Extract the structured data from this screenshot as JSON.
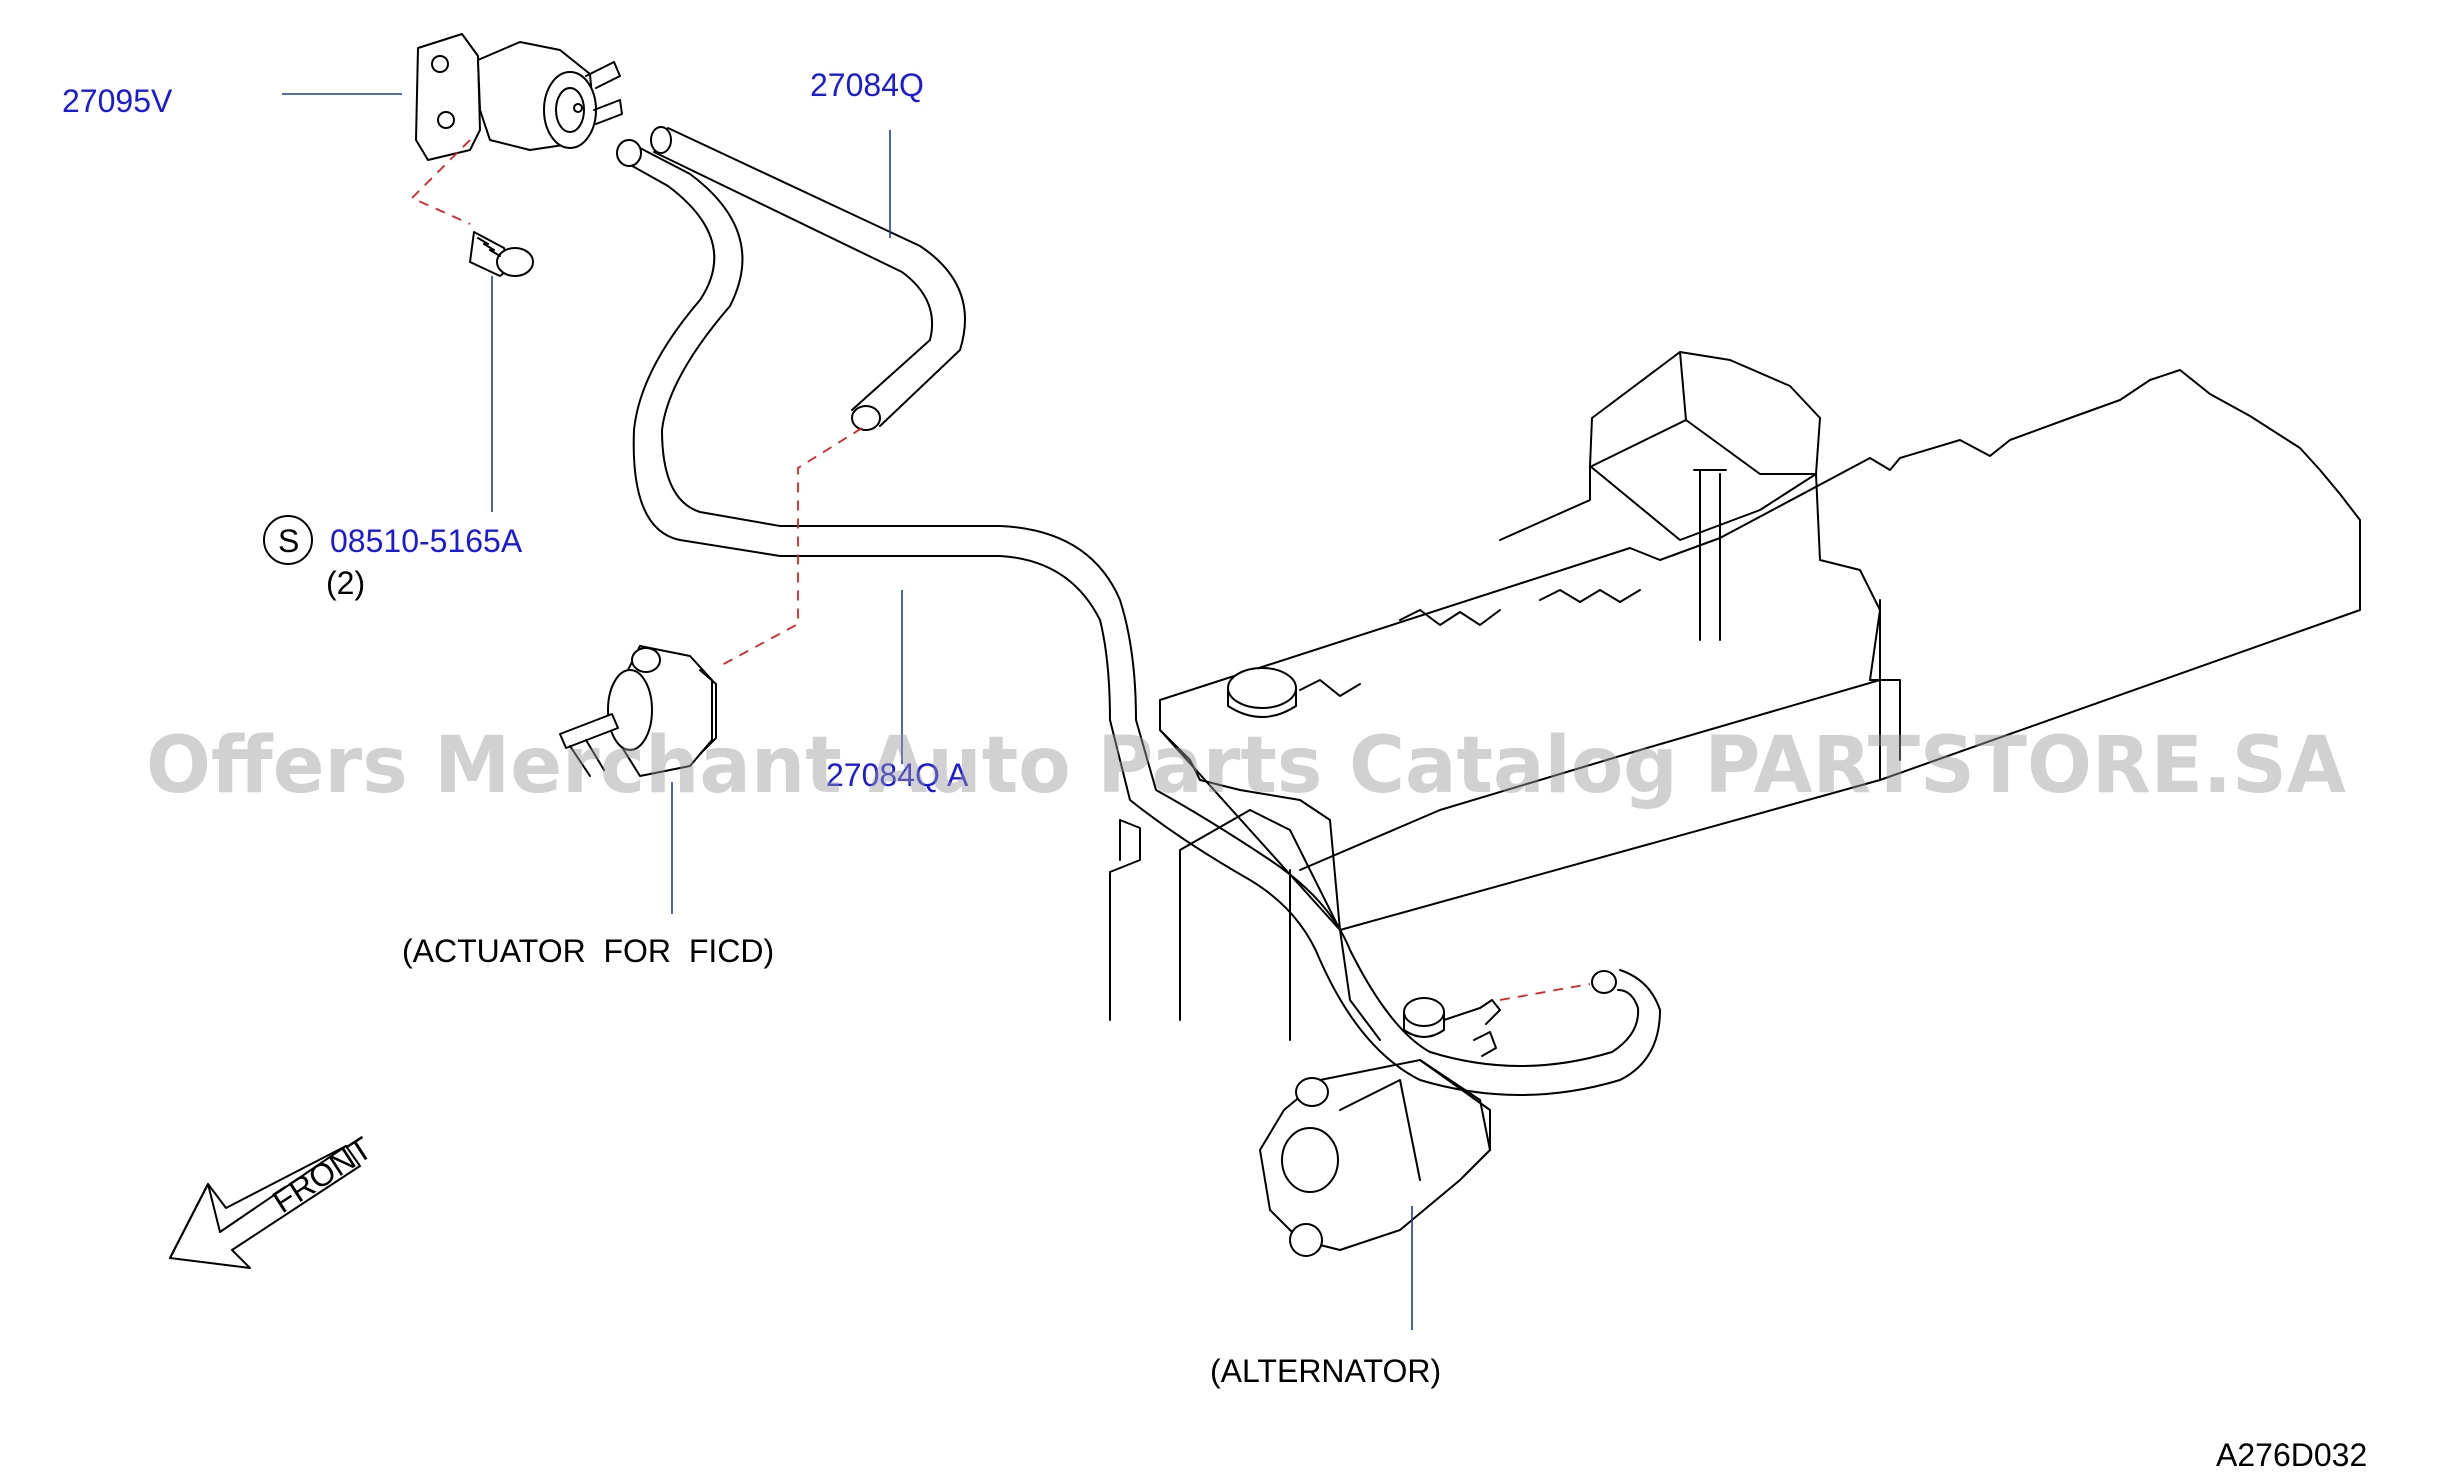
{
  "callouts": {
    "vsv": "27095V",
    "hose_upper": "27084Q",
    "bolt": "08510-5165A",
    "hose_main": "27084Q A"
  },
  "labels": {
    "bolt_symbol": "S",
    "bolt_qty": "(2)",
    "actuator": "(ACTUATOR  FOR  FICD)",
    "alternator": "(ALTERNATOR)",
    "front": "FRONT",
    "diagram_code": "A276D032"
  },
  "watermark": "Offers Merchant Auto Parts Catalog PARTSTORE.SA",
  "colors": {
    "callout_link": "#1a1adf",
    "leader_line": "#1c3f9c",
    "connection_dash": "#e02020",
    "outline": "#000000"
  }
}
